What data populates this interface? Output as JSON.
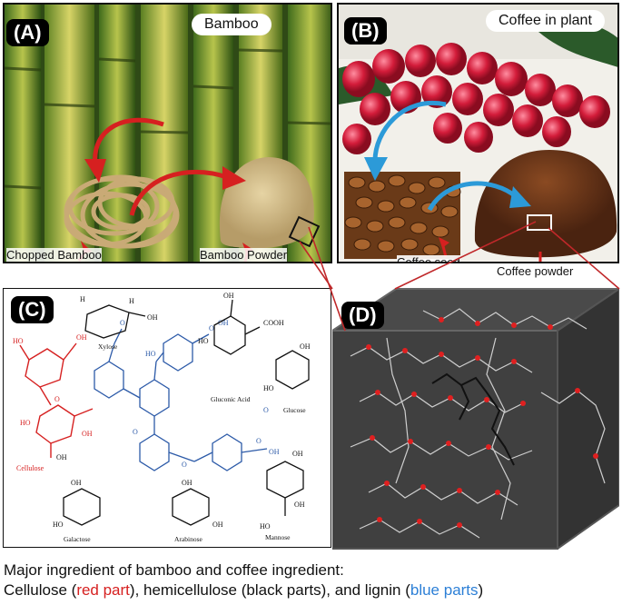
{
  "panelA": {
    "tag": "(A)",
    "title": "Bamboo",
    "label_chopped": "Chopped Bamboo",
    "label_powder": "Bamboo Powder"
  },
  "panelB": {
    "tag": "(B)",
    "title": "Coffee in plant",
    "label_seed": "Coffee seed",
    "label_powder": "Coffee powder"
  },
  "panelC": {
    "tag": "(C)",
    "labels": {
      "xylose": "Xylose",
      "gluconic": "Gluconic Acid",
      "glucose": "Glucose",
      "cellulose": "Cellulose",
      "galactose": "Galactose",
      "arabinose": "Arabinose",
      "mannose": "Mannose",
      "cooh": "COOH"
    }
  },
  "panelD": {
    "tag": "(D)"
  },
  "footer": {
    "line1": "Major ingredient of bamboo and coffee ingredient:",
    "p1": "Cellulose (",
    "r": "red part",
    "p2": "), hemicellulose (black parts), and lignin (",
    "b": "blue parts",
    "p3": ")"
  },
  "colors": {
    "cellulose": "#d62020",
    "hemicellulose": "#111111",
    "lignin": "#2c7fd6"
  }
}
